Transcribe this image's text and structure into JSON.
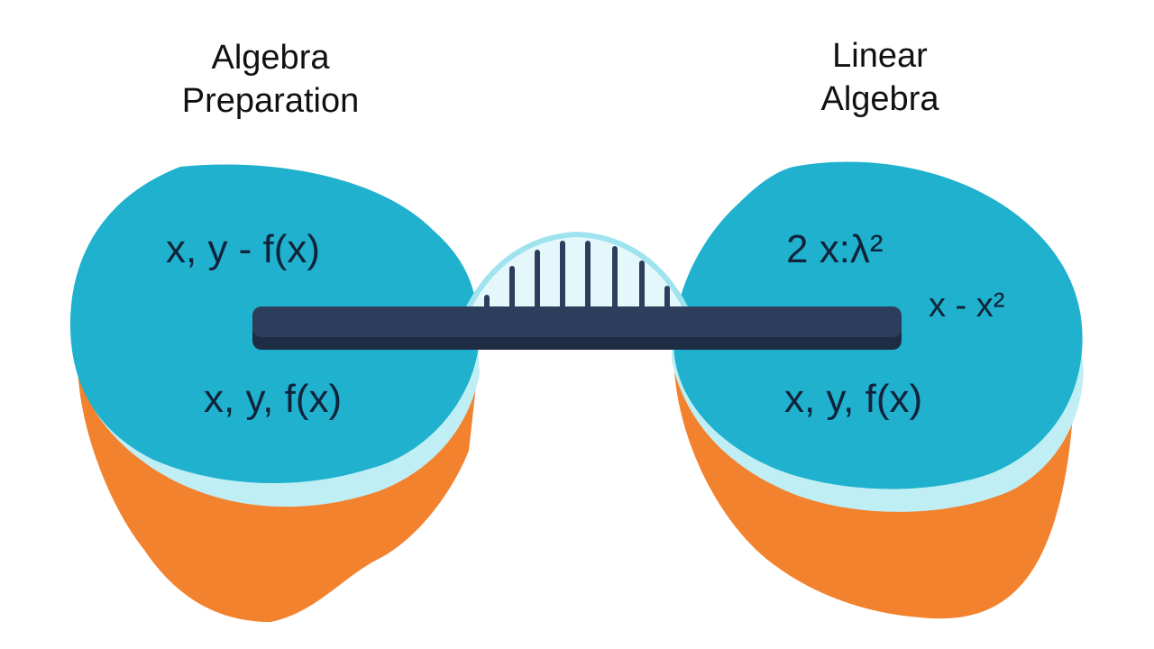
{
  "left_island": {
    "title_line1": "Algebra",
    "title_line2": "Preparation",
    "expr_top": "x, y - f(x)",
    "expr_bottom": "x, y, f(x)"
  },
  "right_island": {
    "title_line1": "Linear",
    "title_line2": "Algebra",
    "expr_top": "2 x:λ²",
    "expr_side": "x - x²",
    "expr_bottom": "x, y, f(x)"
  },
  "colors": {
    "island_top": "#1fb1cd",
    "island_rim": "#bfeef5",
    "island_base": "#f3822f",
    "bridge_deck": "#2c3e5c",
    "arch_fill": "#e4f7fa",
    "background": "#ffffff"
  }
}
